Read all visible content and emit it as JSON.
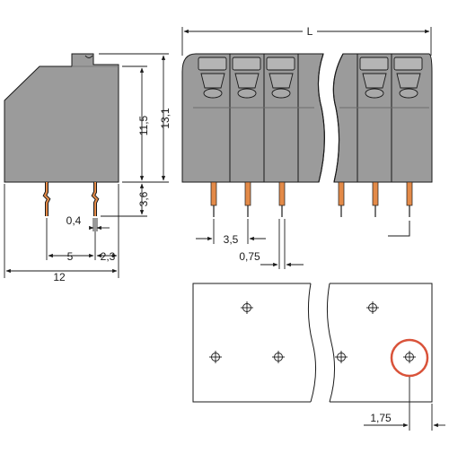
{
  "colors": {
    "housing": "#9b9b9b",
    "pin": "#e38a48",
    "highlight": "#d9533a",
    "line": "#1a1a1a"
  },
  "side_view": {
    "dim_height_total": "13,1",
    "dim_height_body": "11,5",
    "dim_pin_length": "3,6",
    "dim_pin_width": "0,4",
    "dim_pin_offset": "5",
    "dim_pin_to_edge": "2,3",
    "dim_depth": "12"
  },
  "front_view": {
    "dim_length": "L",
    "dim_pitch": "3,5",
    "dim_pin_thickness": "0,75"
  },
  "footprint": {
    "dim_hole_offset": "1,75"
  }
}
